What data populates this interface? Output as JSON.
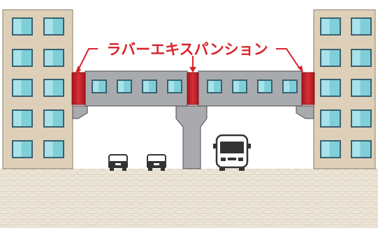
{
  "diagram": {
    "label": "ラバーエキスパンション",
    "colors": {
      "label": "#d9232a",
      "leader_line": "#d9232a",
      "expansion_joint": "#c8202a",
      "building_wall": "#ded0b8",
      "building_outline": "#8a7c66",
      "window_frame": "#3a6170",
      "window_glass": "#7fcfd9",
      "bridge_body": "#a9aaad",
      "bridge_outline": "#4a4a4a",
      "pier": "#a9aaad",
      "ground": "#ede6d8",
      "vehicle": "#333333"
    },
    "components": [
      {
        "name": "left-building"
      },
      {
        "name": "right-building"
      },
      {
        "name": "sky-bridge"
      },
      {
        "name": "center-pier"
      },
      {
        "name": "expansion-joint-left"
      },
      {
        "name": "expansion-joint-center"
      },
      {
        "name": "expansion-joint-right"
      },
      {
        "name": "car-1"
      },
      {
        "name": "car-2"
      },
      {
        "name": "bus"
      }
    ]
  }
}
